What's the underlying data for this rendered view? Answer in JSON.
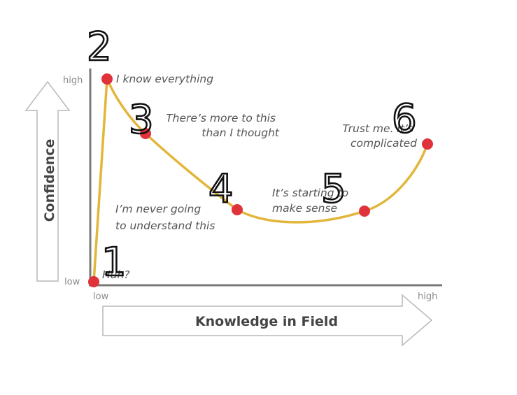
{
  "axes": {
    "y_label": "Confidence",
    "x_label": "Knowledge in Field",
    "y_high": "high",
    "y_low": "low",
    "x_low": "low",
    "x_high": "high"
  },
  "points": [
    {
      "label": "Huh?",
      "number": "1"
    },
    {
      "label": "I know everything",
      "number": "2"
    },
    {
      "label": "There's more to this than I thought",
      "lines": [
        "There’s more to this",
        "than I thought"
      ],
      "number": "3"
    },
    {
      "label": "I'm never going to understand this",
      "lines": [
        "I’m never going",
        "to understand this"
      ],
      "number": "4"
    },
    {
      "label": "It's starting to make sense",
      "lines": [
        "It’s starting to",
        "make sense"
      ],
      "number": "5"
    },
    {
      "label": "Trust me. It's complicated",
      "lines": [
        "Trust me. It’s",
        "complicated"
      ],
      "number": "6"
    }
  ],
  "colors": {
    "curve": "#e2b63a",
    "point": "#e0323a",
    "axis": "#7a7a7a",
    "arrow_outline": "#b9b9b9"
  }
}
